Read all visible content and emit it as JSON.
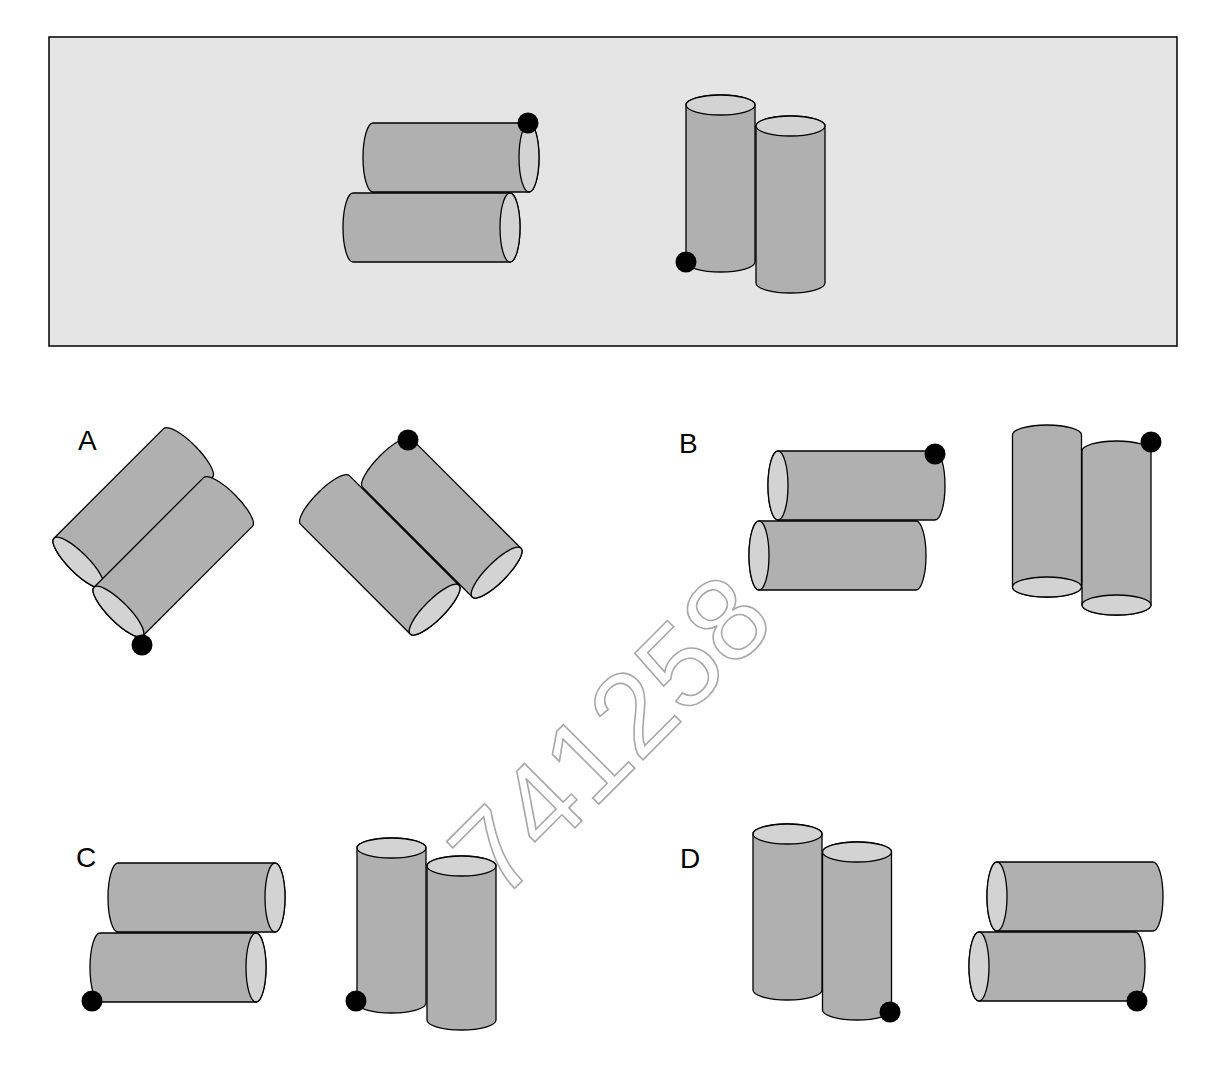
{
  "diagram": {
    "labels": [
      "A",
      "B",
      "C",
      "D",
      "741258"
    ]
  }
}
